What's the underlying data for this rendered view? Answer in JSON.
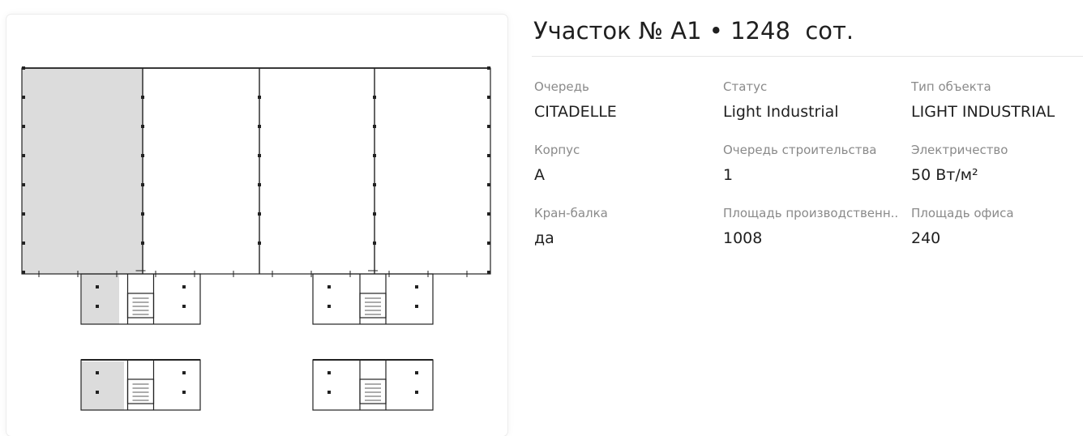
{
  "plot": {
    "title": "Участок № А1 • 1248  сот."
  },
  "properties": [
    {
      "label": "Очередь",
      "value": "CITADELLE"
    },
    {
      "label": "Статус",
      "value": "Light Industrial"
    },
    {
      "label": "Тип объекта",
      "value": "LIGHT INDUSTRIAL"
    },
    {
      "label": "Корпус",
      "value": "A"
    },
    {
      "label": "Очередь строительства",
      "value": "1"
    },
    {
      "label": "Электричество",
      "value": "50 Вт/м²"
    },
    {
      "label": "Кран-балка",
      "value": "да"
    },
    {
      "label": "Площадь производственн..",
      "value": "1008"
    },
    {
      "label": "Площадь офиса",
      "value": "240"
    }
  ],
  "colors": {
    "highlight": "#dcdcdc",
    "plan_line": "#222222",
    "label": "#8a8a8a"
  },
  "icons": {
    "floor_plan": "floor-plan-drawing"
  }
}
